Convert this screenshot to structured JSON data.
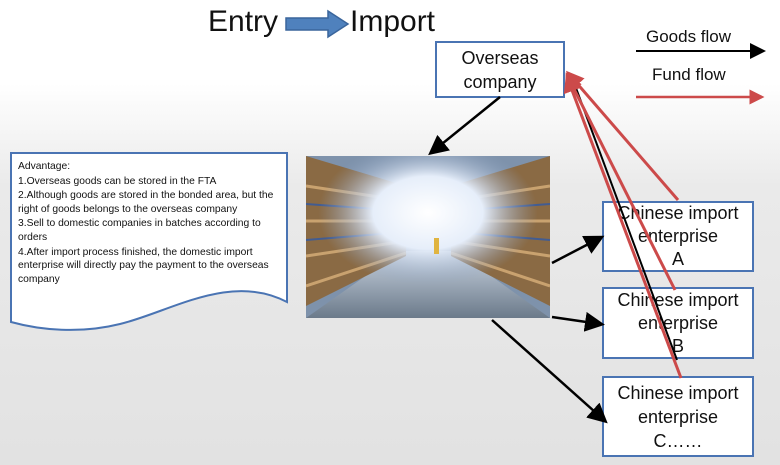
{
  "title": {
    "entry": "Entry",
    "import": "Import"
  },
  "legend": {
    "goods_flow": "Goods flow",
    "fund_flow": "Fund flow",
    "goods_color": "#000000",
    "fund_color": "#cc4a4a"
  },
  "overseas": {
    "line1": "Overseas",
    "line2": "company"
  },
  "enterprises": [
    {
      "line1": "Chinese import",
      "line2": "enterprise",
      "line3": "A"
    },
    {
      "line1": "Chinese import",
      "line2": "enterprise",
      "line3": "B"
    },
    {
      "line1": "Chinese import",
      "line2": "enterprise",
      "line3": "C……"
    }
  ],
  "advantage": {
    "heading": "Advantage:",
    "points": [
      "1.Overseas goods can be stored in the FTA",
      "2.Although goods are stored in the bonded area, but the right of goods belongs to the overseas company",
      "3.Sell to domestic companies in batches according to orders",
      "4.After import process finished, the domestic import enterprise will directly pay the payment to the overseas company"
    ]
  },
  "colors": {
    "box_border": "#4a74b3",
    "arrow_fill": "#4f81bd"
  }
}
